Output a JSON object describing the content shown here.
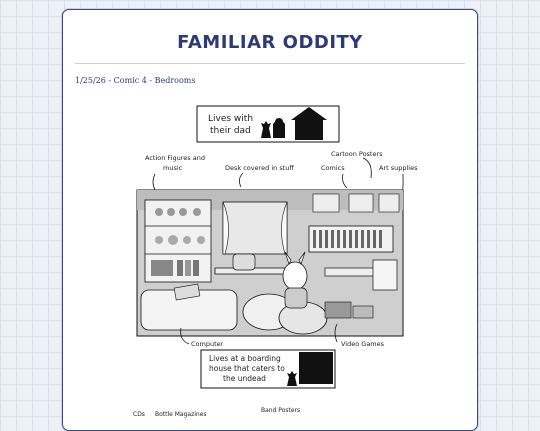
{
  "site": {
    "title": "FAMILIAR ODDITY"
  },
  "post": {
    "meta": "1/25/26 - Comic 4 - Bedrooms"
  },
  "comic": {
    "panel_top": {
      "caption_line1": "Lives with",
      "caption_line2": "their dad"
    },
    "labels": {
      "action_figures_line1": "Action Figures and",
      "action_figures_line2": "music",
      "desk": "Desk covered in stuff",
      "cartoon_posters": "Cartoon Posters",
      "comics": "Comics",
      "art_supplies": "Art supplies",
      "computer": "Computer",
      "video_games": "Video Games"
    },
    "panel_bottom": {
      "caption_line1": "Lives at a boarding",
      "caption_line2": "house that caters to",
      "caption_line3": "the undead"
    },
    "labels_bottom": {
      "cds": "CDs",
      "bottle_magazines": "Bottle Magazines",
      "band_posters": "Band Posters"
    }
  }
}
